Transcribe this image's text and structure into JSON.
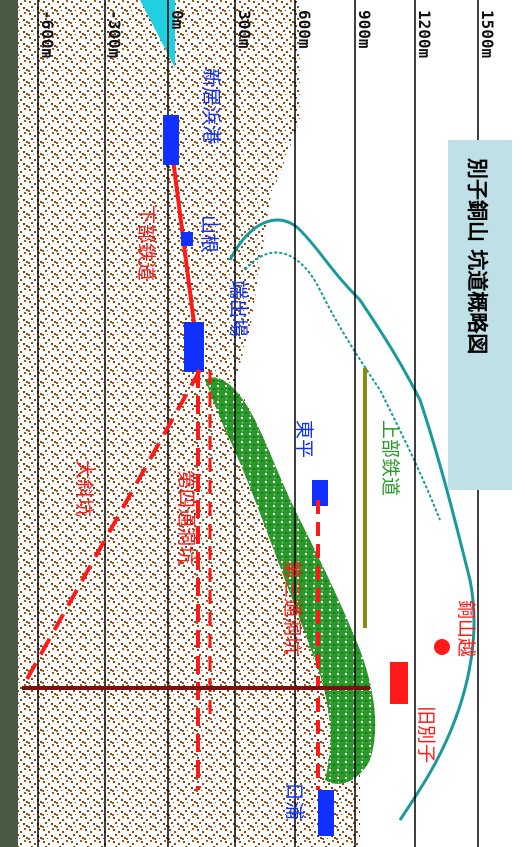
{
  "title": "別子銅山 坑道概略図",
  "elevations": [
    "1500m",
    "1200m",
    "900m",
    "600m",
    "300m",
    "0m",
    "-300m",
    "-600m"
  ],
  "labels": {
    "niihama_port": "新居浜港",
    "yamane": "山根",
    "hatade": "端出場",
    "lower_railway": "下部鉄道",
    "upper_railway": "上部鉄道",
    "toyonari": "東平",
    "daishakou": "大斜坑",
    "tunnel4": "第四通洞坑",
    "tunnel3": "第三通洞坑",
    "dozan_mine": "銅山越",
    "old_besshi": "旧別子",
    "hiura": "日浦"
  },
  "colors": {
    "mountain_outline": "#1a9a9a",
    "forest": "#2a9a2a",
    "ground": "#8a4a14",
    "railway": "#ff1a1a",
    "upper_railway": "#8a8a10",
    "facility": "#1030ff",
    "shaft": "#7a1010",
    "title_bg": "#bfe0e6",
    "sea": "#20d0e0"
  }
}
